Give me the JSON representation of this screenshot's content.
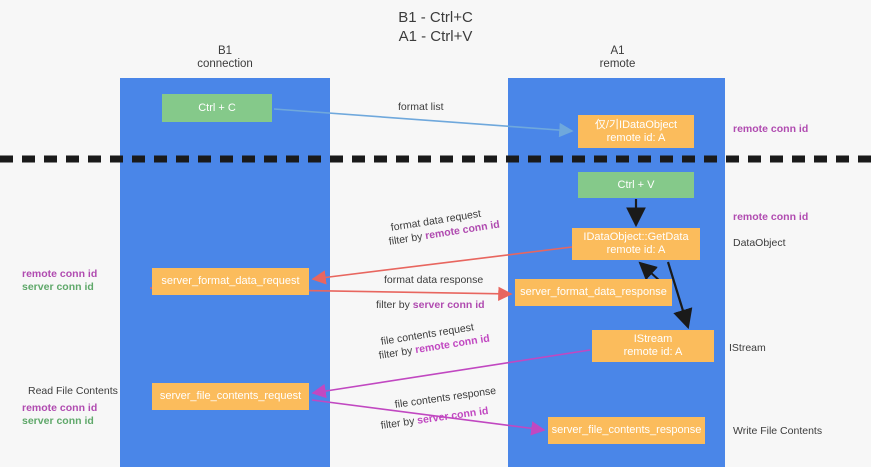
{
  "title": {
    "line1": "B1 - Ctrl+C",
    "line2": "A1 - Ctrl+V"
  },
  "columns": [
    {
      "id": "b1",
      "name": "B1",
      "sub": "connection",
      "color": "#4a86e8"
    },
    {
      "id": "a1",
      "name": "A1",
      "sub": "remote",
      "color": "#4a86e8"
    }
  ],
  "colors": {
    "column_blue": "#4a86e8",
    "green_box": "#85c98a",
    "orange_box": "#fbbc5c",
    "red_arrow": "#e8665f",
    "magenta_arrow": "#c148c1",
    "light_blue_arrow": "#6fa8dc",
    "dark_arrow": "#000000",
    "purple_text": "#b04bb0",
    "green_text": "#5fa86a",
    "body_text": "#3c3c3c"
  },
  "boxes": {
    "ctrl_c": "Ctrl + C",
    "idataobject": {
      "line1": "仅/기IDataObject",
      "line2": "remote id: A"
    },
    "ctrl_v": "Ctrl + V",
    "getdata": {
      "line1": "IDataObject::GetData",
      "line2": "remote id: A"
    },
    "server_format_data_request": "server_format_data_request",
    "server_format_data_response": "server_format_data_response",
    "istream": {
      "line1": "IStream",
      "line2": "remote id: A"
    },
    "server_file_contents_request": "server_file_contents_request",
    "server_file_contents_response": "server_file_contents_response"
  },
  "arrow_labels": {
    "format_list": "format list",
    "format_data_request": "format data request",
    "format_data_request_filter_prefix": "filter by ",
    "format_data_request_filter_key": "remote conn id",
    "format_data_response": "format data response",
    "format_data_response_filter_prefix": "filter by ",
    "format_data_response_filter_key": "server conn id",
    "file_contents_request": "file contents request",
    "file_contents_request_filter_prefix": "filter by ",
    "file_contents_request_filter_key": "remote conn id",
    "file_contents_response": "file contents response",
    "file_contents_response_filter_prefix": "filter by ",
    "file_contents_response_filter_key": "server conn id"
  },
  "annotations": {
    "right_remote_conn_id_top": "remote conn id",
    "right_remote_conn_id_mid": "remote conn id",
    "right_dataobject": "DataObject",
    "right_istream": "IStream",
    "right_write_file_contents": "Write File Contents",
    "left_remote_conn_id": "remote conn id",
    "left_server_conn_id": "server conn id",
    "left_read_file_contents": "Read File Contents",
    "left_remote_conn_id_2": "remote conn id",
    "left_server_conn_id_2": "server conn id"
  }
}
